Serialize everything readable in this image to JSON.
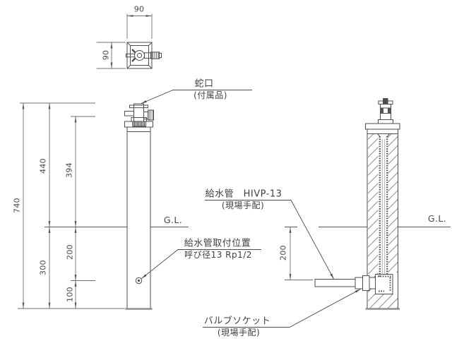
{
  "drawing": {
    "background": "#ffffff",
    "line_color": "#4d4d4d",
    "dim_color": "#707070",
    "text_color": "#3f3f3f",
    "type": "water-tap-post-installation-drawing"
  },
  "dimensions": {
    "top_view_width": "90",
    "top_view_depth": "90",
    "total_height": "740",
    "height_above_ground": "440",
    "spout_height_above_ground": "394",
    "depth_below_ground": "300",
    "inlet_depth_front": "200",
    "inlet_to_bottom": "100",
    "inlet_depth_side": "200"
  },
  "labels": {
    "ground_line_front": "G.L.",
    "ground_line_side": "G.L.",
    "faucet": {
      "title": "蛇口",
      "note": "(付属品)"
    },
    "supply_pipe": {
      "title": "給水管　HIVP-13",
      "note": "(現場手配)"
    },
    "inlet_position": {
      "title": "給水管取付位置",
      "note": "呼び径13 Rp1/2"
    },
    "valve_socket": {
      "title": "バルブソケット",
      "note": "(現場手配)"
    }
  }
}
